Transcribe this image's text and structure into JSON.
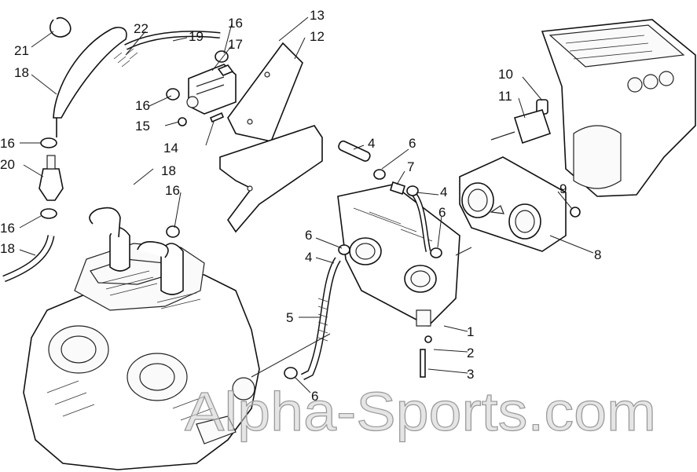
{
  "diagram": {
    "callouts": {
      "c1": "1",
      "c2": "2",
      "c3": "3",
      "c4a": "4",
      "c4b": "4",
      "c4c": "4",
      "c5": "5",
      "c6a": "6",
      "c6b": "6",
      "c6c": "6",
      "c6d": "6",
      "c7": "7",
      "c8": "8",
      "c9": "9",
      "c10": "10",
      "c11": "11",
      "c12": "12",
      "c13": "13",
      "c14": "14",
      "c15": "15",
      "c16a": "16",
      "c16b": "16",
      "c16c": "16",
      "c16d": "16",
      "c16e": "16",
      "c17": "17",
      "c18a": "18",
      "c18b": "18",
      "c18c": "18",
      "c19": "19",
      "c20": "20",
      "c21": "21",
      "c22": "22"
    },
    "watermark": "Alpha-Sports.com"
  }
}
